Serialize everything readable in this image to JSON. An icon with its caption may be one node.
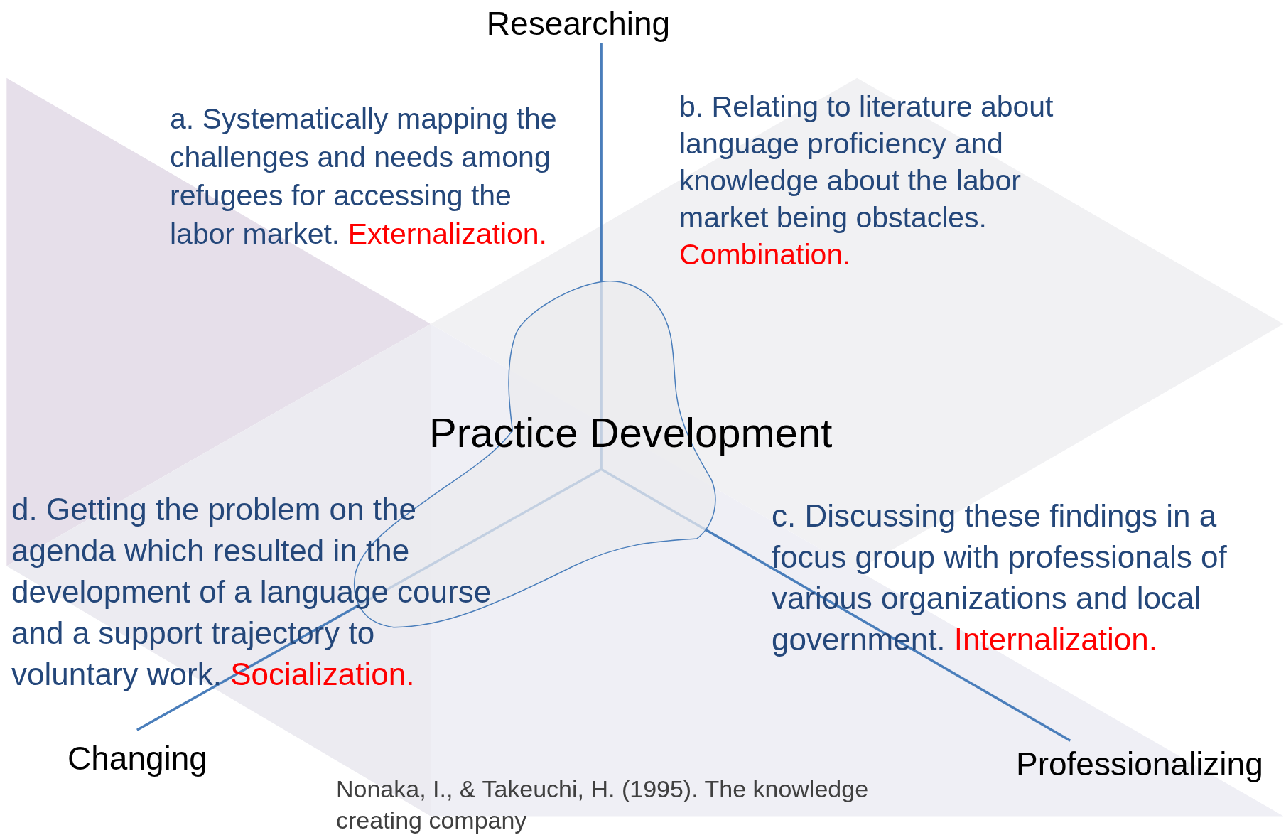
{
  "diagram": {
    "caption": "Nonaka, I., & Takeuchi, H. (1995). The knowledge creating company",
    "nodes": [
      {
        "text": [
          "Practice Development"
        ]
      }
    ],
    "labels": [
      "Researching",
      "a. Systematically mapping the challenges and needs among refugees for accessing the labor market.",
      "Externalization.",
      "b. Relating to literature about language proficiency and knowledge about the labor market being obstacles.",
      "Combination.",
      "d. Getting the problem on the agenda which resulted in the development of a language course and a support trajectory to voluntary work.",
      "Socialization.",
      "c. Discussing these findings in a focus group with professionals of various organizations and local government.",
      "Internalization.",
      "Changing",
      "Professionalizing"
    ]
  }
}
